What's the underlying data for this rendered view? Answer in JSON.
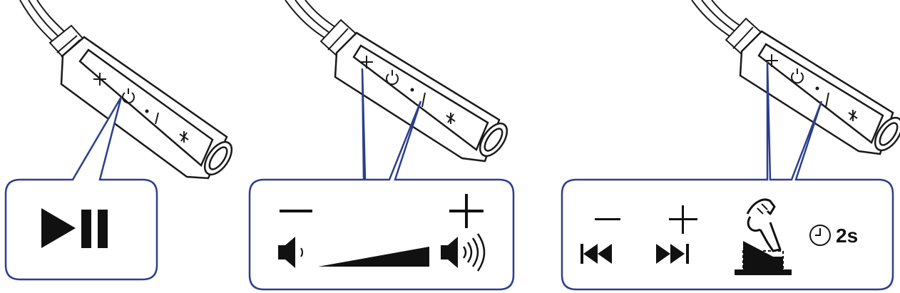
{
  "panels": [
    {
      "id": "play-pause",
      "callout": "play-pause-icon"
    },
    {
      "id": "volume",
      "callout": "volume-ramp"
    },
    {
      "id": "track-skip",
      "callout": "skip-press-and-hold"
    }
  ],
  "hold_duration_label": "2s",
  "colors": {
    "line": "#1a1a1a",
    "callout_stroke": "#2b3f8f",
    "fill": "#111111",
    "background": "#ffffff"
  }
}
